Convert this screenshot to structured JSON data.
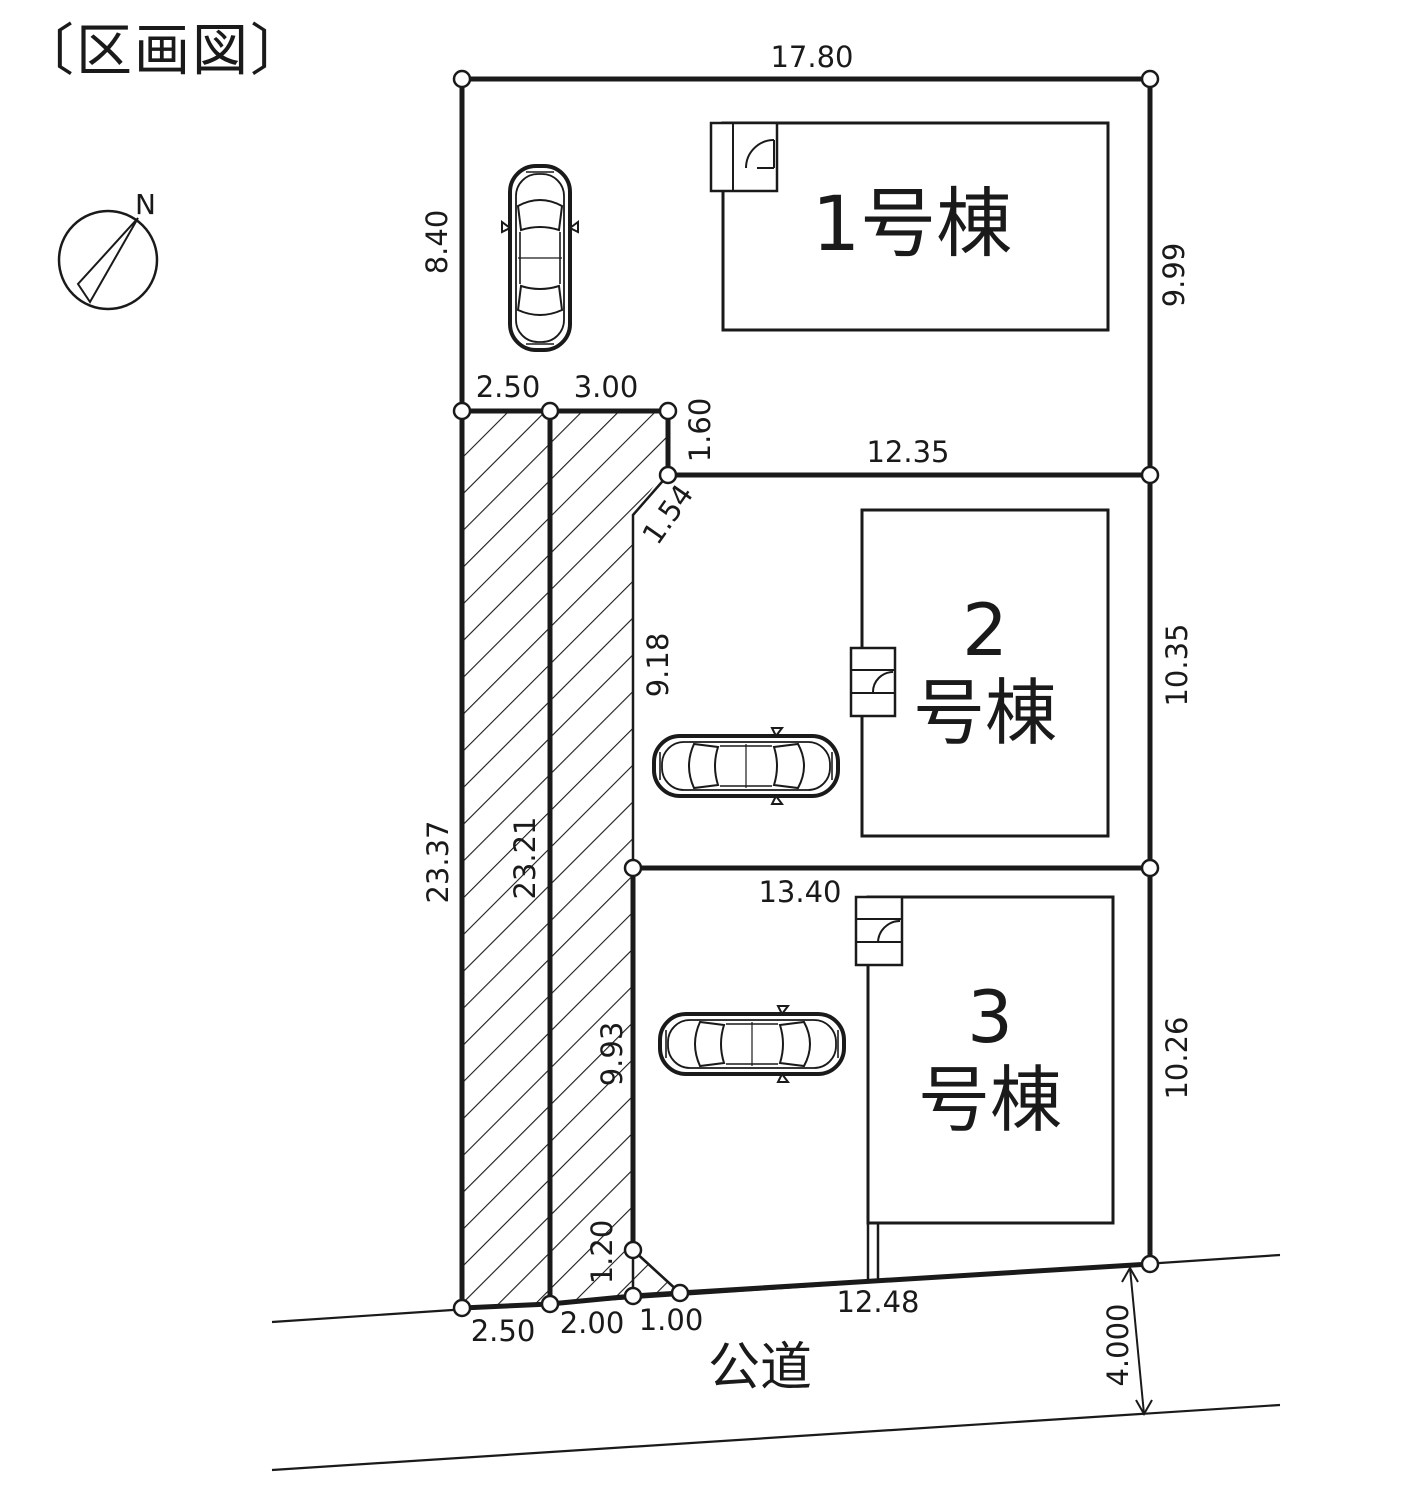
{
  "title": "〔区画図〕",
  "north": "N",
  "buildings": {
    "b1": {
      "label": "1号棟"
    },
    "b2": {
      "number": "2",
      "label": "号棟"
    },
    "b3": {
      "number": "3",
      "label": "号棟"
    }
  },
  "road": {
    "label": "公道",
    "width": "4.000"
  },
  "dimensions": {
    "top": "17.80",
    "left_upper": "8.40",
    "right_lot1": "9.99",
    "passage_width_a": "2.50",
    "passage_width_b": "3.00",
    "step": "1.60",
    "lot1_2_boundary": "12.35",
    "chamfer_upper": "1.54",
    "lot2_left": "9.18",
    "right_lot2": "10.35",
    "left_total": "23.37",
    "inner_total": "23.21",
    "lot2_3_boundary": "13.40",
    "lot3_left": "9.93",
    "right_lot3": "10.26",
    "chamfer_lower": "1.20",
    "bottom_a": "2.50",
    "bottom_b": "2.00",
    "bottom_c": "1.00",
    "frontage": "12.48"
  }
}
